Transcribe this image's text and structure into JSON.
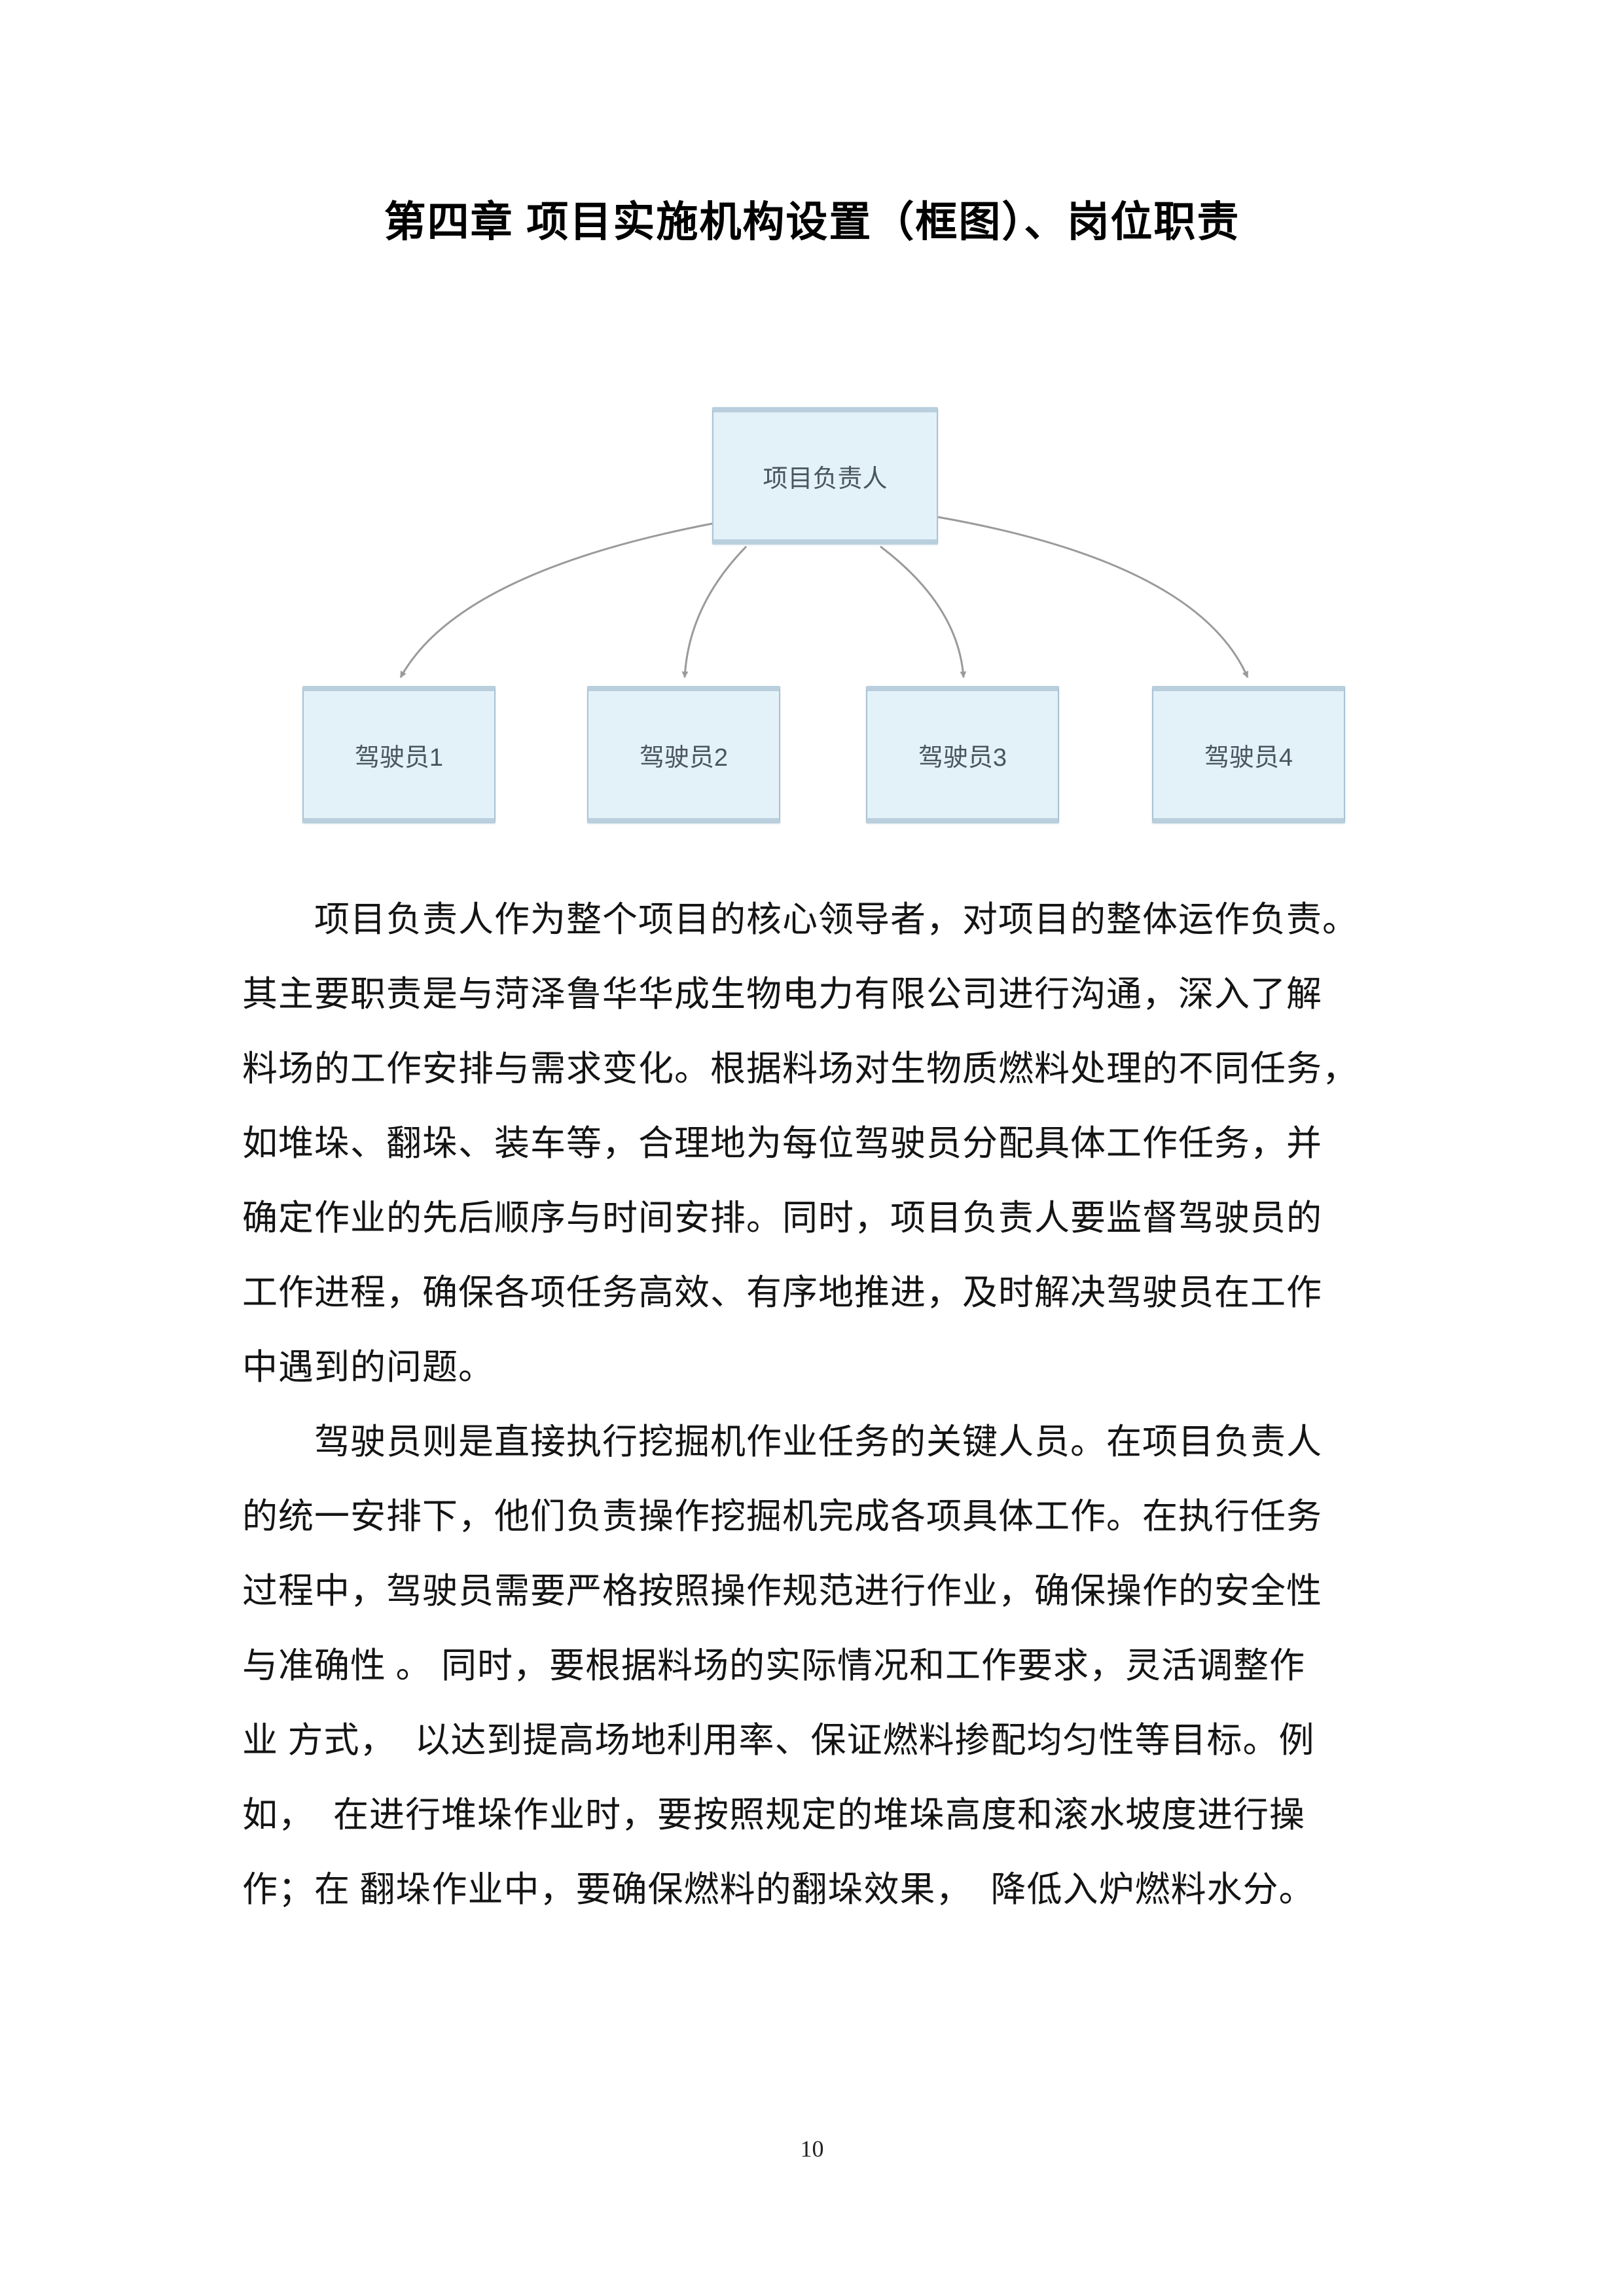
{
  "title": "第四章 项目实施机构设置（框图）、岗位职责",
  "diagram": {
    "root": "项目负责人",
    "children": [
      "驾驶员1",
      "驾驶员2",
      "驾驶员3",
      "驾驶员4"
    ],
    "box_fill": "#e3f1f9",
    "box_border": "#a9c3d4",
    "box_band": "#b9cfdd",
    "box_text_color": "#4a5560",
    "arrow_color": "#9a9a9a"
  },
  "paragraphs": [
    {
      "lines": [
        "项目负责人作为整个项目的核心领导者，对项目的整体运作负责。",
        "其主要职责是与菏泽鲁华华成生物电力有限公司进行沟通，深入了解",
        "料场的工作安排与需求变化。根据料场对生物质燃料处理的不同任务，",
        "如堆垛、翻垛、装车等，合理地为每位驾驶员分配具体工作任务，并",
        "确定作业的先后顺序与时间安排。同时，项目负责人要监督驾驶员的",
        "工作进程，确保各项任务高效、有序地推进，及时解决驾驶员在工作",
        "中遇到的问题。"
      ]
    },
    {
      "lines": [
        "驾驶员则是直接执行挖掘机作业任务的关键人员。在项目负责人",
        "的统一安排下，他们负责操作挖掘机完成各项具体工作。在执行任务",
        "过程中，驾驶员需要严格按照操作规范进行作业，确保操作的安全性",
        "与准确性 。 同时，要根据料场的实际情况和工作要求，灵活调整作",
        "业 方式，  以达到提高场地利用率、保证燃料掺配均匀性等目标。例",
        "如，  在进行堆垛作业时，要按照规定的堆垛高度和滚水坡度进行操",
        "作；在 翻垛作业中，要确保燃料的翻垛效果，  降低入炉燃料水分。"
      ]
    }
  ],
  "footer": {
    "page_number": "10"
  }
}
